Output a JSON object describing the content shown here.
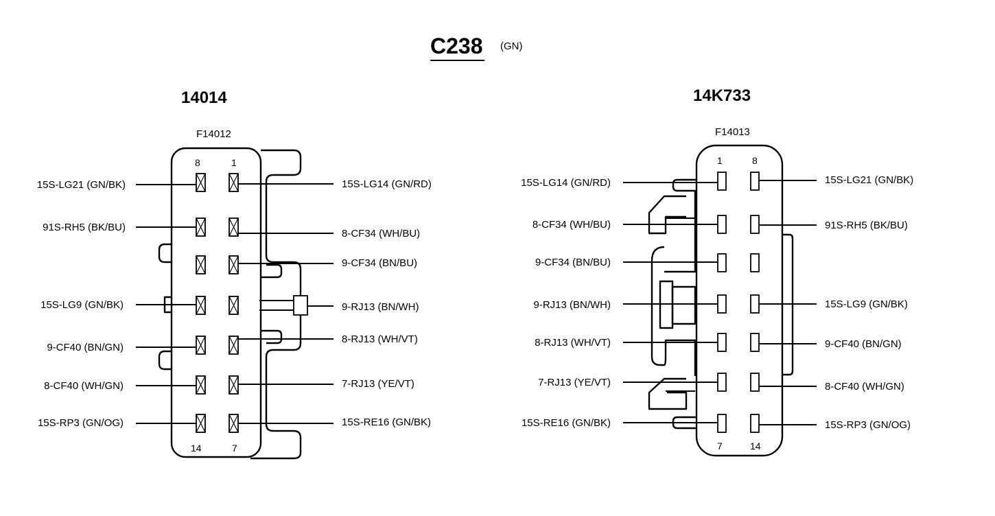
{
  "title": "C238",
  "color_code": "(GN)",
  "left": {
    "name": "14014",
    "part": "F14012",
    "pin_top_left": "8",
    "pin_top_right": "1",
    "pin_bottom_left": "14",
    "pin_bottom_right": "7",
    "left_wires": [
      "15S-LG21 (GN/BK)",
      "91S-RH5 (BK/BU)",
      "15S-LG9 (GN/BK)",
      "9-CF40 (BN/GN)",
      "8-CF40 (WH/GN)",
      "15S-RP3 (GN/OG)"
    ],
    "right_wires": [
      "15S-LG14 (GN/RD)",
      "8-CF34 (WH/BU)",
      "9-CF34 (BN/BU)",
      "9-RJ13 (BN/WH)",
      "8-RJ13 (WH/VT)",
      "7-RJ13 (YE/VT)",
      "15S-RE16 (GN/BK)"
    ]
  },
  "right": {
    "name": "14K733",
    "part": "F14013",
    "pin_top_left": "1",
    "pin_top_right": "8",
    "pin_bottom_left": "7",
    "pin_bottom_right": "14",
    "left_wires": [
      "15S-LG14 (GN/RD)",
      "8-CF34 (WH/BU)",
      "9-CF34 (BN/BU)",
      "9-RJ13 (BN/WH)",
      "8-RJ13 (WH/VT)",
      "7-RJ13 (YE/VT)",
      "15S-RE16 (GN/BK)"
    ],
    "right_wires": [
      "15S-LG21 (GN/BK)",
      "91S-RH5 (BK/BU)",
      "15S-LG9 (GN/BK)",
      "9-CF40 (BN/GN)",
      "8-CF40 (WH/GN)",
      "15S-RP3 (GN/OG)"
    ]
  }
}
